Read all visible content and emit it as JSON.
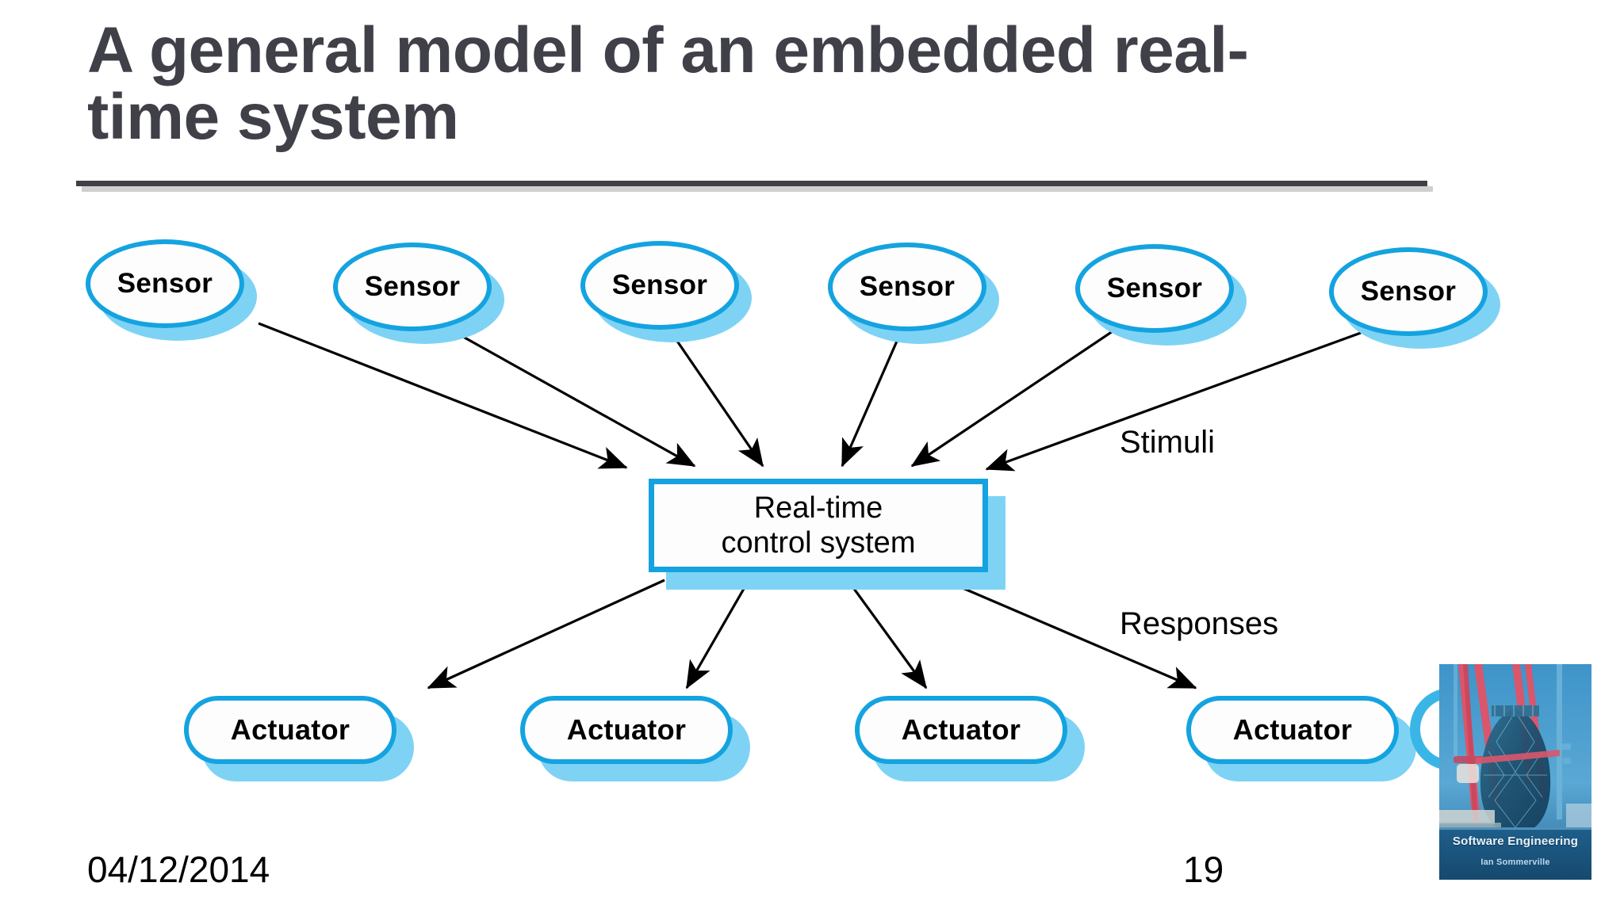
{
  "slide": {
    "title": "A general model of an embedded real-\ntime system",
    "title_color": "#404049",
    "accent_color": "#14a3e0",
    "shadow_color": "#7ed3f5",
    "background": "#ffffff"
  },
  "diagram": {
    "type": "block-diagram",
    "sensors": [
      {
        "label": "Sensor"
      },
      {
        "label": "Sensor"
      },
      {
        "label": "Sensor"
      },
      {
        "label": "Sensor"
      },
      {
        "label": "Sensor"
      },
      {
        "label": "Sensor"
      }
    ],
    "controller": {
      "label": "Real-time\ncontrol system"
    },
    "actuators": [
      {
        "label": "Actuator"
      },
      {
        "label": "Actuator"
      },
      {
        "label": "Actuator"
      },
      {
        "label": "Actuator"
      }
    ],
    "flow_labels": {
      "stimuli": "Stimuli",
      "responses": "Responses"
    }
  },
  "footer": {
    "date": "04/12/2014",
    "page_number": "19"
  },
  "book_cover": {
    "title": "Software Engineering",
    "author": "Ian Sommerville"
  }
}
